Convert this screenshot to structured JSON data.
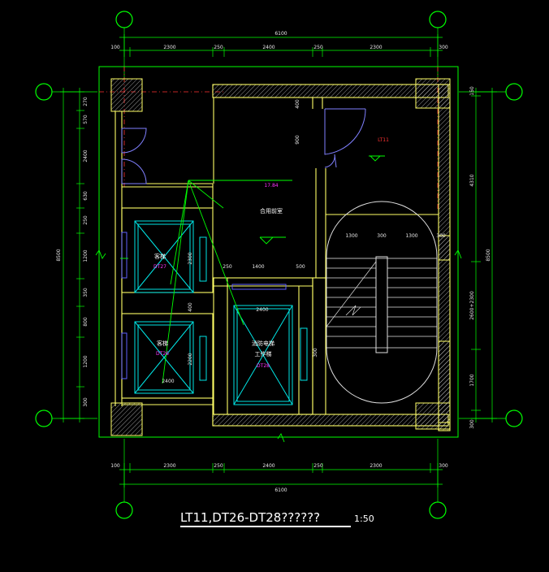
{
  "title": "LT11,DT26-DT28??????",
  "scale": "1:50",
  "top_dims": {
    "total": "6100",
    "segments": [
      "100",
      "2300",
      "250",
      "2400",
      "250",
      "2300",
      "300"
    ]
  },
  "bottom_dims": {
    "total": "6100",
    "segments": [
      "100",
      "2300",
      "250",
      "2400",
      "250",
      "2300",
      "300"
    ]
  },
  "left_dims": {
    "total": "8500",
    "segments": [
      "270",
      "570",
      "2400",
      "630",
      "250",
      "1200",
      "350",
      "800",
      "1200",
      "300"
    ]
  },
  "right_dims": {
    "total": "8500",
    "segments": [
      "150",
      "4310",
      "2600+2300",
      "1700",
      "300"
    ]
  },
  "inner_dims": {
    "door_width": "900",
    "wall_h": "400",
    "stair": [
      "1300",
      "300",
      "1300",
      "300"
    ],
    "corridor": [
      "250",
      "1400",
      "500"
    ],
    "elev_width_a": "2400",
    "elev_width_b": "2400",
    "side_a": "2300",
    "side_b": "2200",
    "side_c": "400",
    "side_d": "300"
  },
  "labels": {
    "lobby_tag": "17.84",
    "lobby": "合用前室",
    "stair_tag": "LT11",
    "elev_a": "客梯",
    "elev_a_tag": "DT27",
    "elev_b": "客梯",
    "elev_b_tag": "DT26",
    "elev_c_line1": "消防电梯",
    "elev_c_line2": "工作梯",
    "elev_c_tag": "DT28"
  },
  "colors": {
    "background": "#000000",
    "grid": "#00ff00",
    "wall": "#ffff66",
    "hatch": "#c0c0c0",
    "elevator": "#00e5e5",
    "door": "#8080ff",
    "leader": "#00ff00",
    "axis": "#ff3333",
    "tag": "#ff33ff"
  }
}
